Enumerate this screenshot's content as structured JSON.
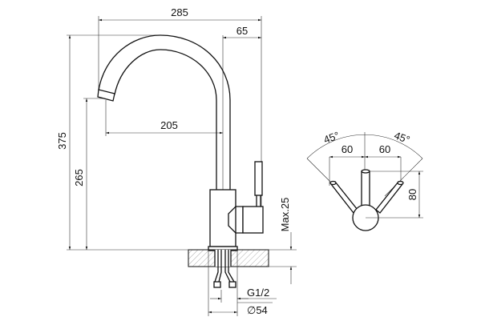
{
  "drawing": {
    "front_view": {
      "overall_width": "285",
      "handle_offset": "65",
      "spout_reach": "205",
      "overall_height": "375",
      "spout_height": "265",
      "max_counter_thickness": "Max.25",
      "connection_thread": "G1/2",
      "base_diameter": "∅54"
    },
    "top_view": {
      "angle_left": "45°",
      "angle_right": "45°",
      "handle_travel_left": "60",
      "handle_travel_right": "60",
      "handle_length": "80"
    }
  }
}
